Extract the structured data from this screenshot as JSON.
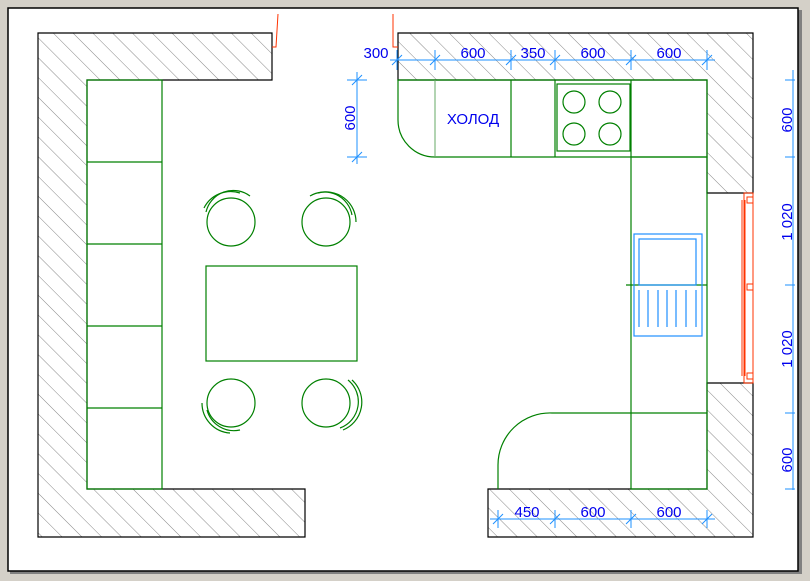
{
  "labels": {
    "fridge": "ХОЛОД"
  },
  "dimensions": {
    "top": [
      "300",
      "600",
      "350",
      "600",
      "600"
    ],
    "left": "600",
    "right": [
      "600",
      "1 020",
      "1 020",
      "600"
    ],
    "bottom": [
      "450",
      "600",
      "600"
    ]
  },
  "colors": {
    "furniture": "#008000",
    "dimension": "#0000ee",
    "dimension_line": "#1e90ff",
    "window": "#ff3300"
  }
}
